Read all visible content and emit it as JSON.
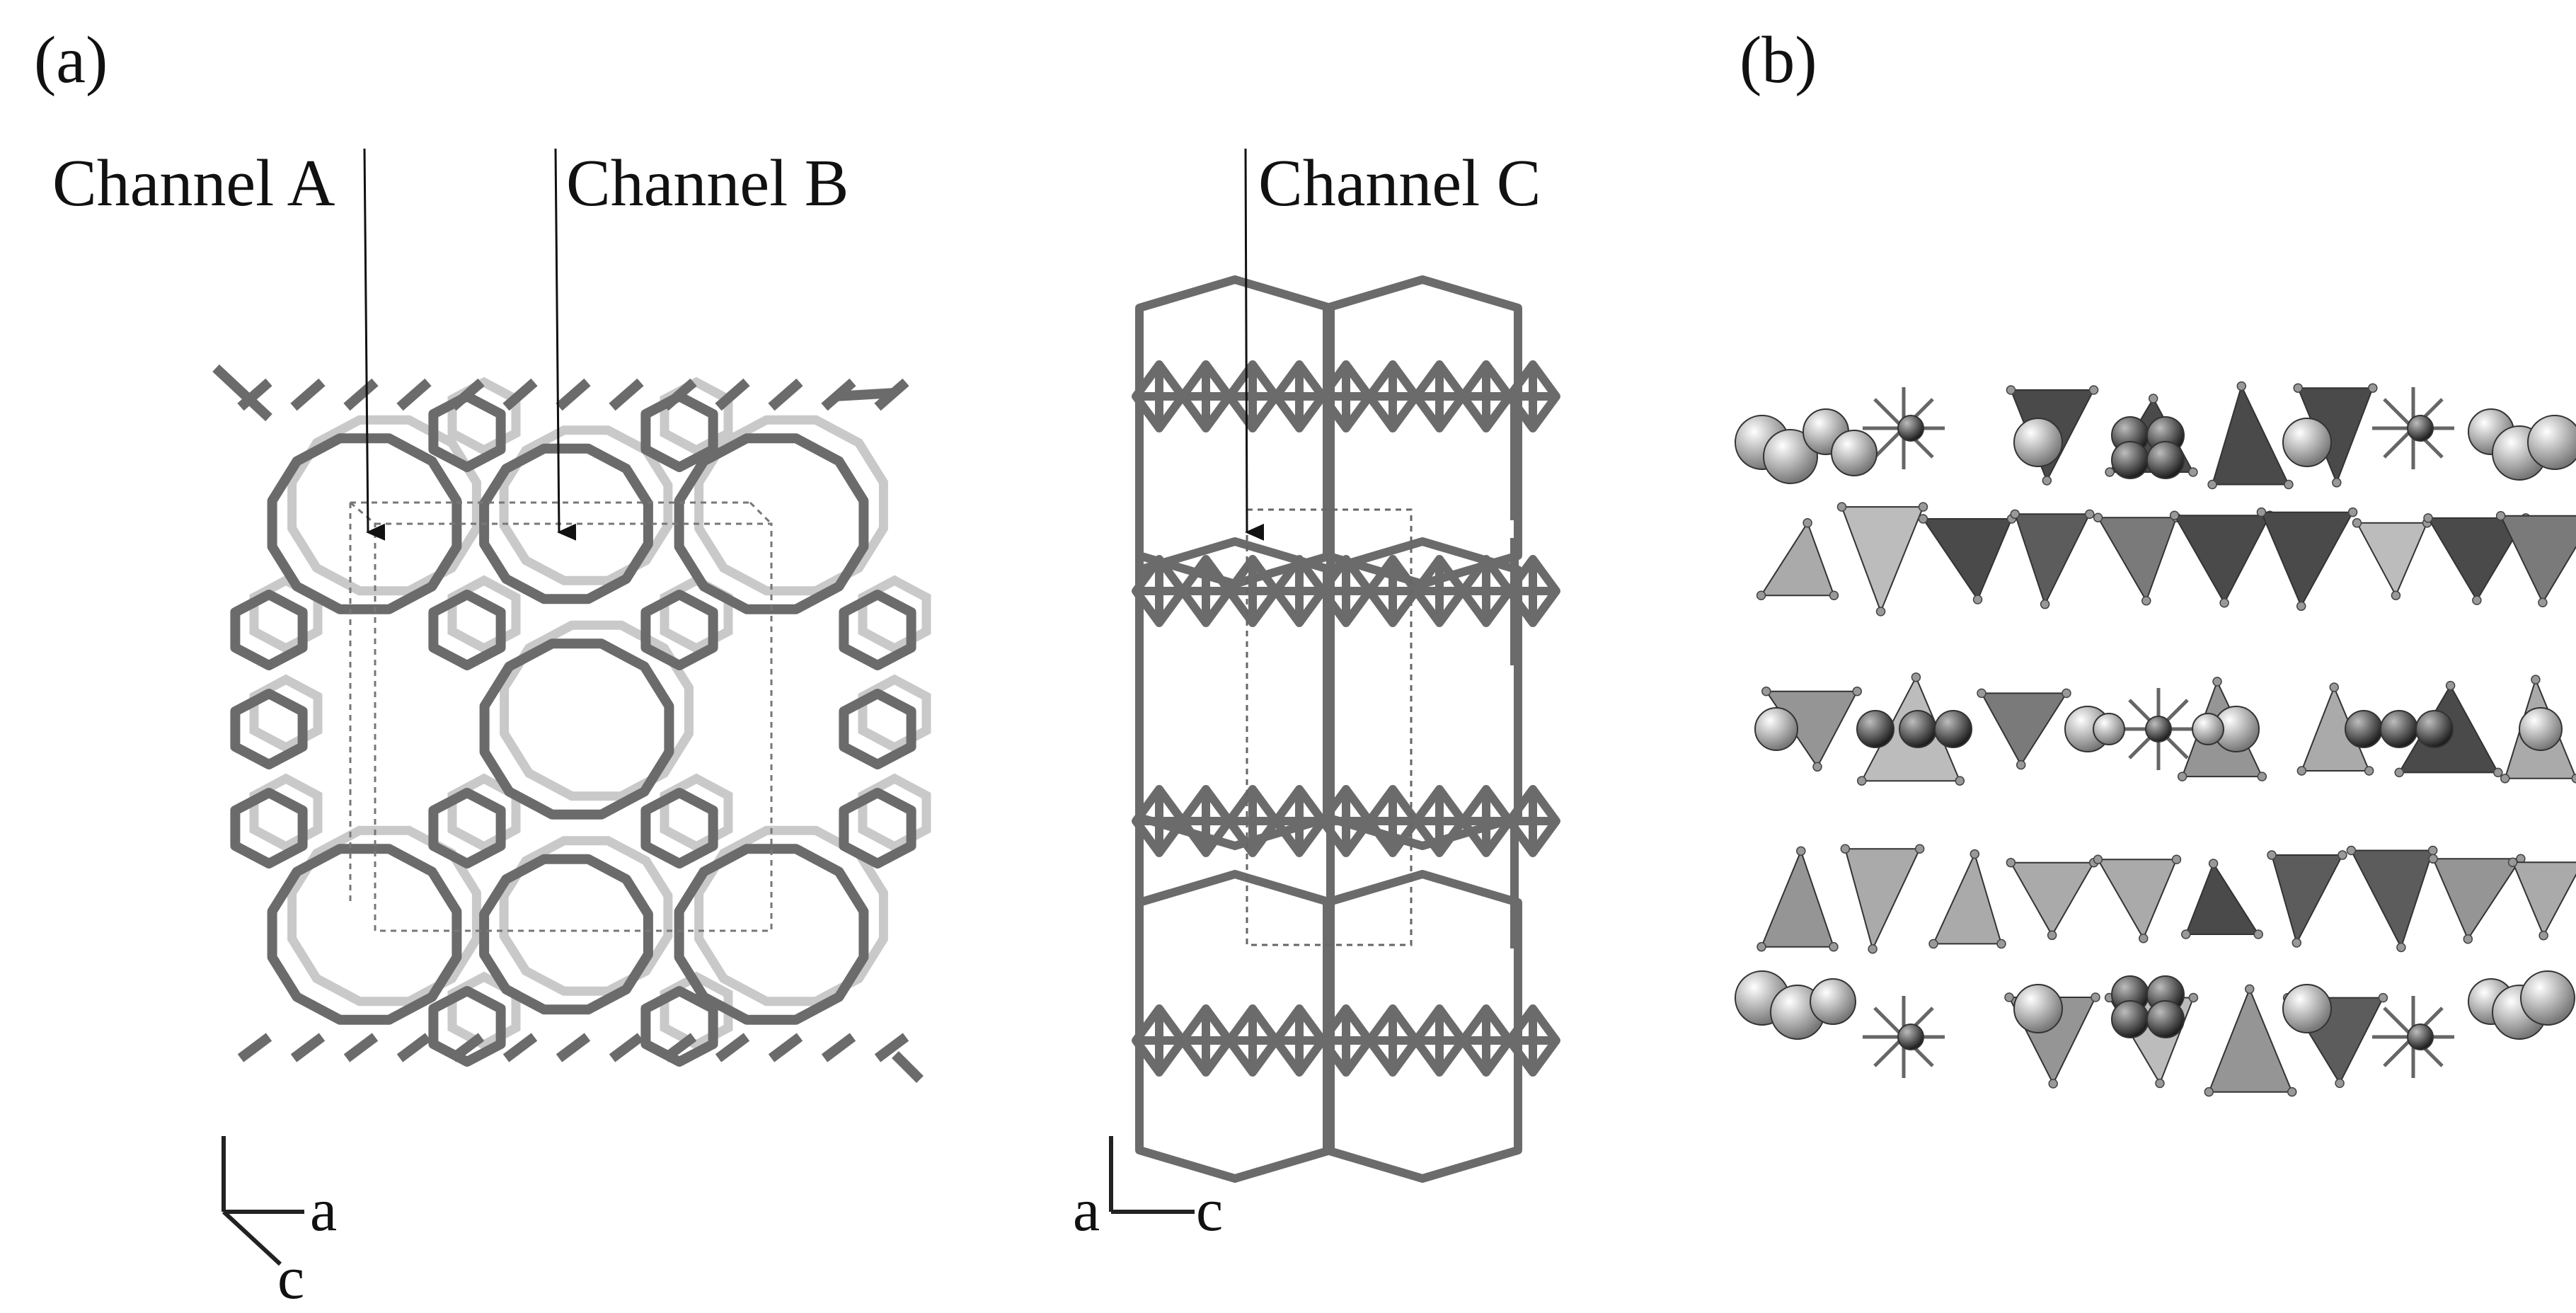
{
  "panel_a": {
    "label": "(a)",
    "channels": {
      "a": "Channel A",
      "b": "Channel B",
      "c": "Channel C"
    },
    "axes_left": {
      "horizontal": "a",
      "diagonal": "c"
    },
    "axes_right": {
      "left": "a",
      "right": "c"
    }
  },
  "panel_b": {
    "label": "(b)"
  }
}
